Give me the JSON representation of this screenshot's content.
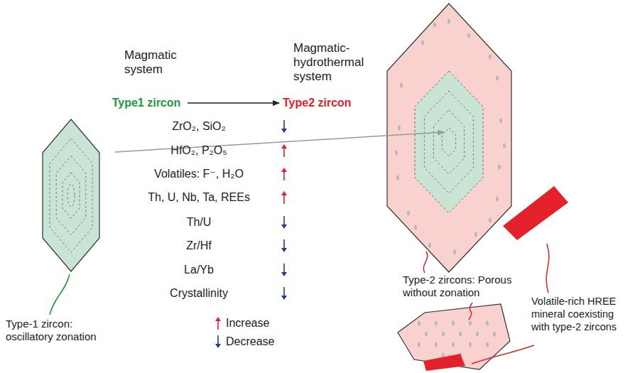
{
  "diagram": {
    "labels": [
      "Magmatic system",
      "Magmatic-hydrothermal system",
      "Type1 zircon",
      "Type2 zircon",
      "ZrO₂, SiO₂",
      "HfO₂, P₂O₅",
      "Volatiles: F⁻, H₂O",
      "Th, U, Nb, Ta, REEs",
      "Th/U",
      "Zr/Hf",
      "La/Yb",
      "Crystallinity",
      "Type-2 zircons: Porous without zonation",
      "Type-1 zircon: oscillatory zonation",
      "Volatile-rich HREE mineral coexisting with type-2 zircons"
    ],
    "legend": [
      {
        "text": "Increase"
      },
      {
        "text": "Decrease"
      }
    ]
  }
}
